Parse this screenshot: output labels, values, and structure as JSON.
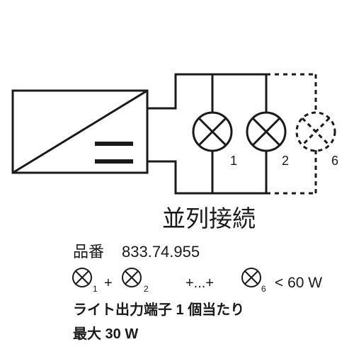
{
  "diagram": {
    "connection_label": "並列接続",
    "lamp_labels": [
      "1",
      "2",
      "6"
    ],
    "lamp_count_max": 6
  },
  "specs": {
    "part_label": "品番",
    "part_number": "833.74.955",
    "formula": {
      "terms": [
        {
          "subscript": "1",
          "operator": "+"
        },
        {
          "subscript": "2",
          "operator": "+...+"
        },
        {
          "subscript": "6",
          "operator": ""
        }
      ],
      "comparison": "< 60 W"
    },
    "note_line1": "ライト出力端子 1 個当たり",
    "note_line2": "最大 30 W"
  },
  "colors": {
    "line": "#1a1a1a",
    "background": "#ffffff"
  },
  "icons": [
    "driver-symbol-icon",
    "lamp-icon",
    "lamp-optional-icon"
  ]
}
